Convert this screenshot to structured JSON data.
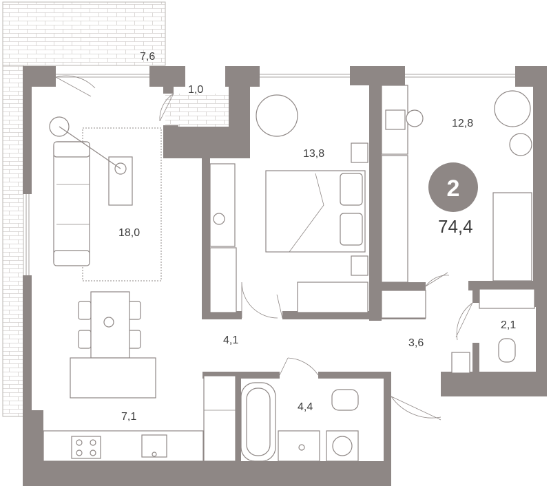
{
  "plan": {
    "rooms_count": "2",
    "total_area": "74,4",
    "balcony_area": "7,6",
    "balcony_small_area": "1,0",
    "living_area": "18,0",
    "bedroom_area": "13,8",
    "kids_area": "12,8",
    "kitchen_area": "7,1",
    "hall_area": "4,1",
    "corridor_area": "3,6",
    "bath_area": "4,4",
    "wc_area": "2,1"
  },
  "colors": {
    "wall": "#8e8785",
    "badge": "#8e8785",
    "text": "#3d3d3d"
  }
}
